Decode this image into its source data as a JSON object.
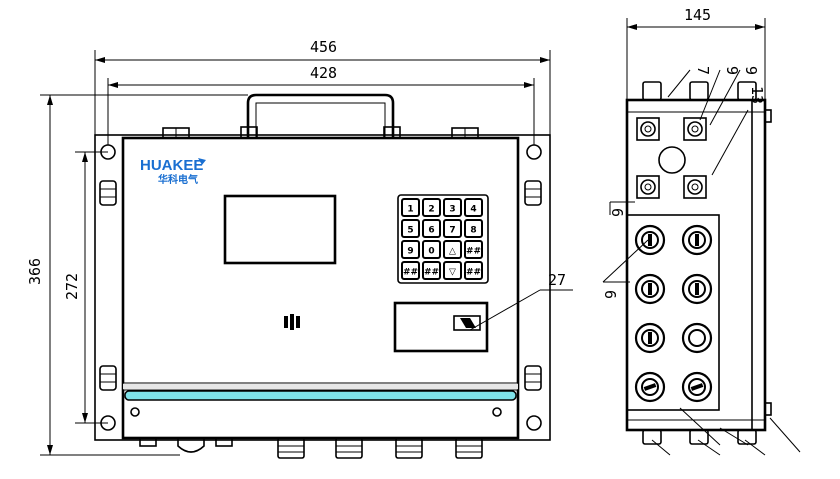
{
  "brand": {
    "name": "HUAKEE",
    "subtitle": "华科电气"
  },
  "dimensions": {
    "overall_width": "456",
    "mount_width": "428",
    "overall_height": "366",
    "mount_height": "272",
    "side_depth": "145",
    "callout": "27"
  },
  "side_callouts": [
    "7",
    "9",
    "9",
    "13",
    "6",
    "6"
  ],
  "keypad": {
    "rows": [
      [
        "1",
        "2",
        "3",
        "4"
      ],
      [
        "5",
        "6",
        "7",
        "8"
      ],
      [
        "9",
        "0",
        "△",
        "##"
      ],
      [
        "##",
        "##",
        "▽",
        "##"
      ]
    ]
  }
}
